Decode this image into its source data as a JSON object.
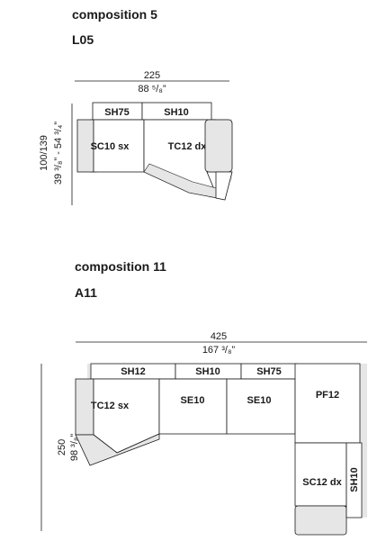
{
  "compositions": [
    {
      "name": "composition 5",
      "code": "L05",
      "width_cm": "225",
      "width_in": "88 ⁵/₈”",
      "depth_cm": "100/139",
      "depth_in": "39 ³/₈” - 54 ³/₄”",
      "modules": {
        "back_left": "SH75",
        "back_right": "SH10",
        "seat_left": "SC10 sx",
        "seat_right": "TC12 dx"
      }
    },
    {
      "name": "composition 11",
      "code": "A11",
      "width_cm": "425",
      "width_in": "167 ³/₈”",
      "depth_cm": "250",
      "depth_in": "98 ³/₈”",
      "modules": {
        "back_1": "SH12",
        "back_2": "SH10",
        "back_3": "SH75",
        "seat_1": "TC12 sx",
        "seat_2": "SE10",
        "seat_3": "SE10",
        "corner": "PF12",
        "chaise": "SC12 dx",
        "side_back": "SH10"
      }
    }
  ]
}
